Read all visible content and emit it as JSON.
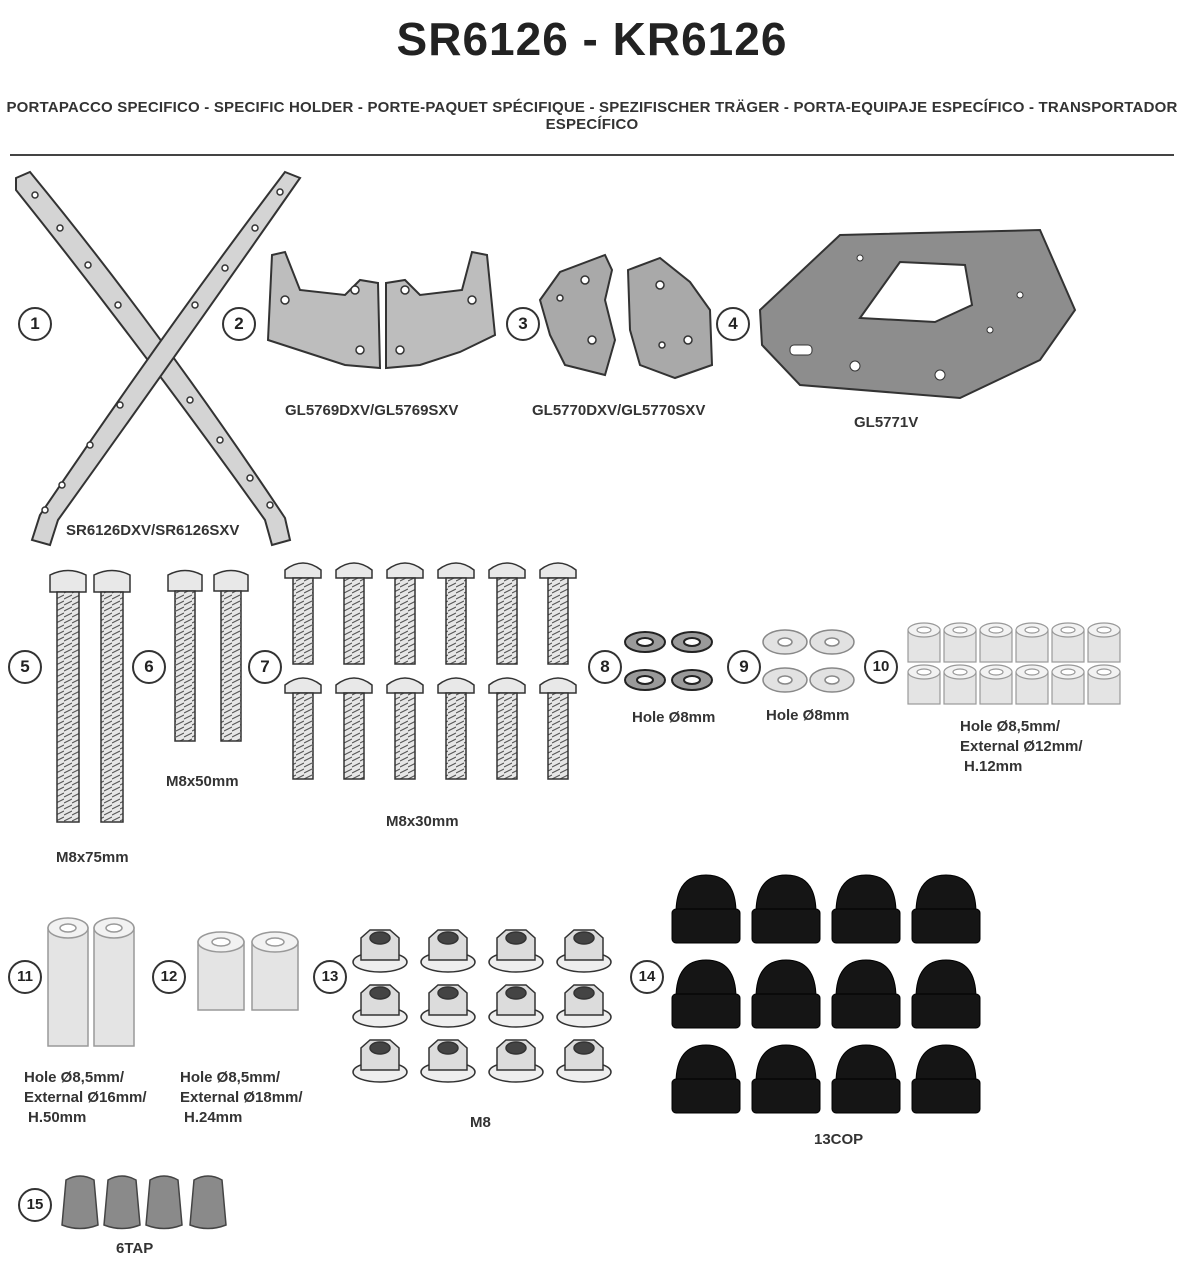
{
  "header": {
    "title": "SR6126 - KR6126",
    "subtitle": "PORTAPACCO SPECIFICO - SPECIFIC HOLDER - PORTE-PAQUET SPÉCIFIQUE - SPEZIFISCHER TRÄGER - PORTA-EQUIPAJE ESPECÍFICO - TRANSPORTADOR ESPECÍFICO"
  },
  "items": [
    {
      "number": "1",
      "label": "SR6126DXV/SR6126SXV"
    },
    {
      "number": "2",
      "label": "GL5769DXV/GL5769SXV"
    },
    {
      "number": "3",
      "label": "GL5770DXV/GL5770SXV"
    },
    {
      "number": "4",
      "label": "GL5771V"
    },
    {
      "number": "5",
      "label": "M8x75mm"
    },
    {
      "number": "6",
      "label": "M8x50mm"
    },
    {
      "number": "7",
      "label": "M8x30mm"
    },
    {
      "number": "8",
      "label": "Hole Ø8mm"
    },
    {
      "number": "9",
      "label": "Hole Ø8mm"
    },
    {
      "number": "10",
      "label_lines": [
        "Hole Ø8,5mm/",
        "External Ø12mm/",
        "H.12mm"
      ]
    },
    {
      "number": "11",
      "label_lines": [
        "Hole Ø8,5mm/",
        "External Ø16mm/",
        "H.50mm"
      ]
    },
    {
      "number": "12",
      "label_lines": [
        "Hole Ø8,5mm/",
        "External Ø18mm/",
        "H.24mm"
      ]
    },
    {
      "number": "13",
      "label": "M8"
    },
    {
      "number": "14",
      "label": "13COP"
    },
    {
      "number": "15",
      "label": "6TAP"
    }
  ]
}
